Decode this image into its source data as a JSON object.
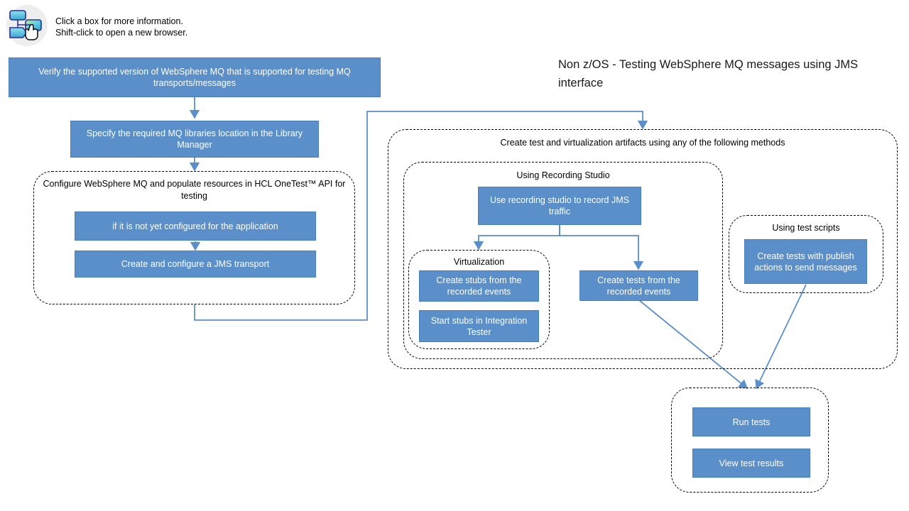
{
  "header": {
    "icon": "flowchart-pointer-icon",
    "line1": "Click a box for more information.",
    "line2": "Shift-click to open a new browser."
  },
  "title": "Non z/OS - Testing WebSphere MQ messages using JMS interface",
  "colors": {
    "box_fill": "#5b8fc9",
    "box_border": "#477fbe",
    "connector": "#5b8fc9",
    "group_border": "#000000",
    "text_on_box": "#ffffff",
    "page_background": "#ffffff"
  },
  "boxes": {
    "verify_version": "Verify the supported version of WebSphere MQ that is supported for testing MQ transports/messages",
    "specify_libraries": "Specify the required MQ libraries location in the Library Manager",
    "not_configured": "if it is not yet configured for the application",
    "create_jms_transport": "Create and configure a JMS transport",
    "use_recording_studio": "Use recording studio to record JMS traffic",
    "create_stubs": "Create stubs from the recorded events",
    "start_stubs": "Start stubs in Integration Tester",
    "create_tests_recorded": "Create tests from the recorded events",
    "create_tests_publish": "Create tests with publish actions to send messages",
    "run_tests": "Run tests",
    "view_test_results": "View test results"
  },
  "groups": {
    "configure_mq": "Configure WebSphere MQ and populate resources in HCL OneTest™ API for testing",
    "create_artifacts": "Create test and virtualization artifacts using any of the following methods",
    "using_recording_studio": "Using Recording Studio",
    "virtualization": "Virtualization",
    "using_test_scripts": "Using test scripts",
    "results": ""
  }
}
